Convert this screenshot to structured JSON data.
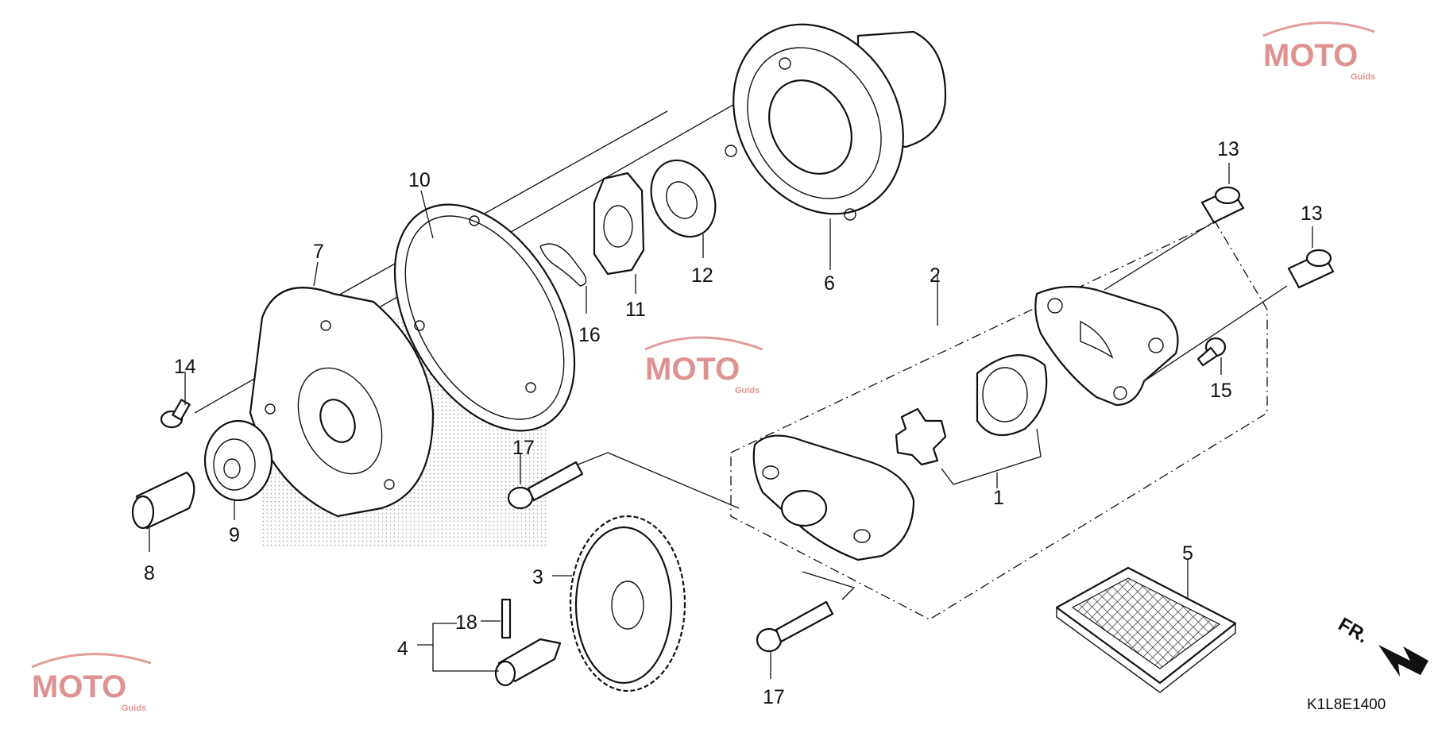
{
  "diagram": {
    "callouts": {
      "c1": "1",
      "c2": "2",
      "c3": "3",
      "c4": "4",
      "c5": "5",
      "c6": "6",
      "c7": "7",
      "c8": "8",
      "c9": "9",
      "c10": "10",
      "c11": "11",
      "c12": "12",
      "c13a": "13",
      "c13b": "13",
      "c14": "14",
      "c15": "15",
      "c16": "16",
      "c17a": "17",
      "c17b": "17",
      "c18": "18"
    },
    "direction_label": "FR.",
    "diagram_code": "K1L8E1400"
  },
  "watermark": {
    "brand_lettering": "MOTO",
    "sub_lettering": "Guids",
    "color": "#c43a3a"
  }
}
